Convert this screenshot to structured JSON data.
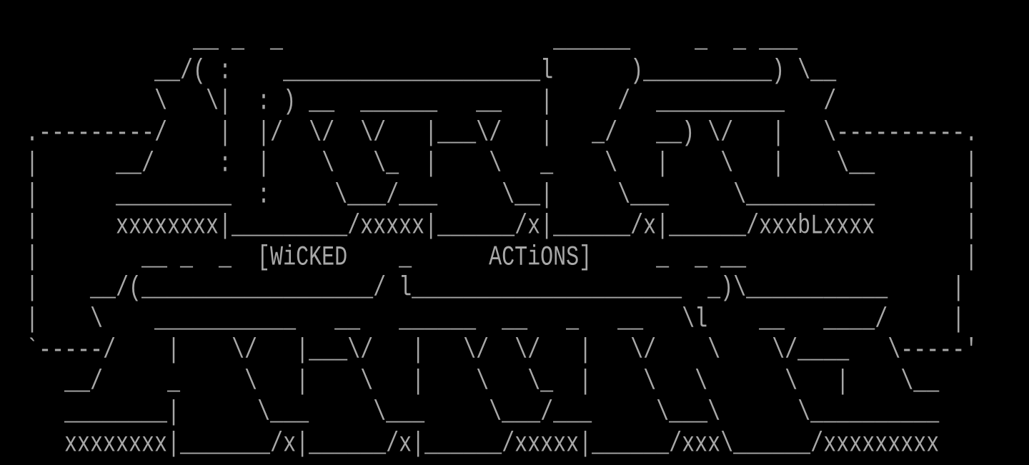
{
  "terminal": {
    "title_words": [
      "[WiCKED",
      "ACTiONS]"
    ],
    "signature": "bL",
    "lines": [
      "               __ _  _                     ______     _  _ ___",
      "            __/( :    ____________________l      )__________) \\__",
      "            \\   \\|  : ) __  ______   __   |     /  __________   /",
      "  .---------/    |  |/  \\/  \\/   |___\\/   |   _/   __) \\/   |   \\----------.",
      "  |      __/     :  |    \\   \\_  |    \\   _    \\   |    \\   |    \\__       |",
      "  |      _________  :     \\___/___     \\__|     \\___     \\__________       |",
      "  |      xxxxxxxx|_________/xxxxx|______/x|______/x|______/xxxbLxxxx       |",
      "  |        __ _  _  [WiCKED    _      ACTiONS]     _  _ __                 |",
      "  |    __/(__________________/ l_____________________  _)\\___________     |",
      "  |    \\    ___________   __   ______  __   _   __   \\l    __   ____/     |",
      "  `-----/    |    \\/   |___\\/   |   \\/  \\/   |   \\/    \\    \\/____   \\-----'",
      "     __/     _     \\   |    \\   |    \\   \\_  |    \\   \\      \\   |    \\__",
      "     ________|      \\___     \\___     \\___/___     \\___\\      \\__________",
      "     xxxxxxxx|_______/x|______/x|______/xxxxx|______/xxx\\______/xxxxxxxxx"
    ]
  },
  "colors": {
    "background": "#000000",
    "text": "#a8a8a8"
  }
}
